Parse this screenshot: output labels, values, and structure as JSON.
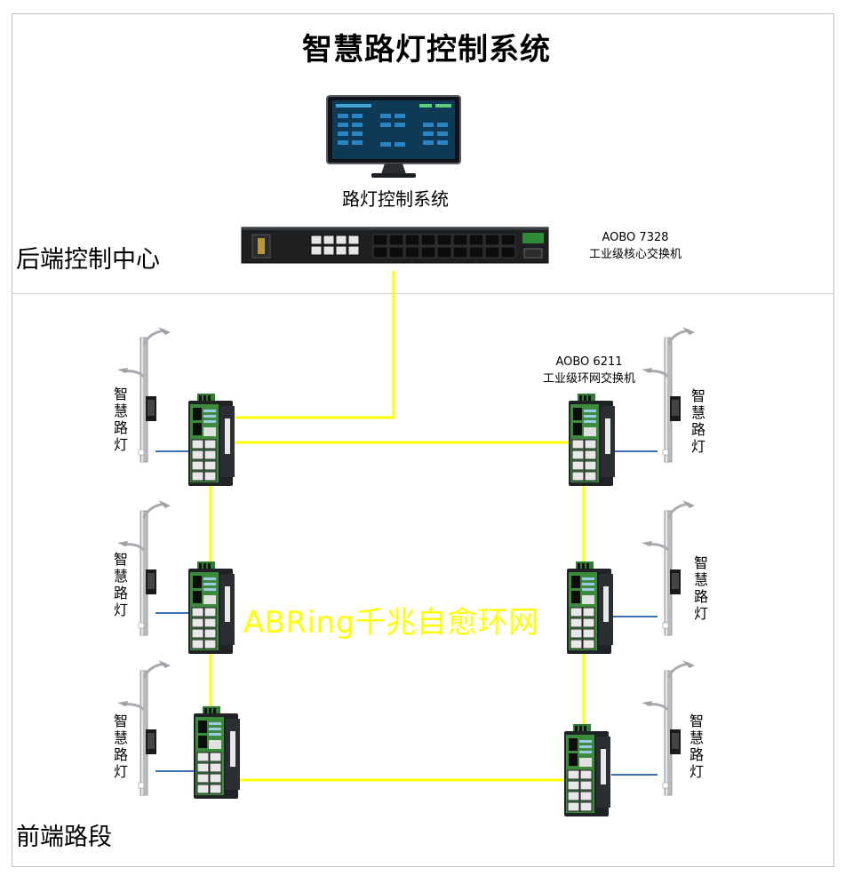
{
  "title": "智慧路灯控制系统",
  "monitor_label": "路灯控制系统",
  "backend_label": "后端控制中心",
  "frontend_label": "前端路段",
  "core_switch": {
    "model": "AOBO 7328",
    "desc": "工业级核心交换机"
  },
  "ring_switch": {
    "model": "AOBO  6211",
    "desc": "工业级环网交换机"
  },
  "ring_label": "ABRing千兆自愈环网",
  "lamp_label": "智慧路灯",
  "colors": {
    "ring_link": "#ffff00",
    "lamp_link": "#3f6fb8",
    "switch_body": "#1f2326",
    "switch_panel": "#3c8a3c"
  }
}
